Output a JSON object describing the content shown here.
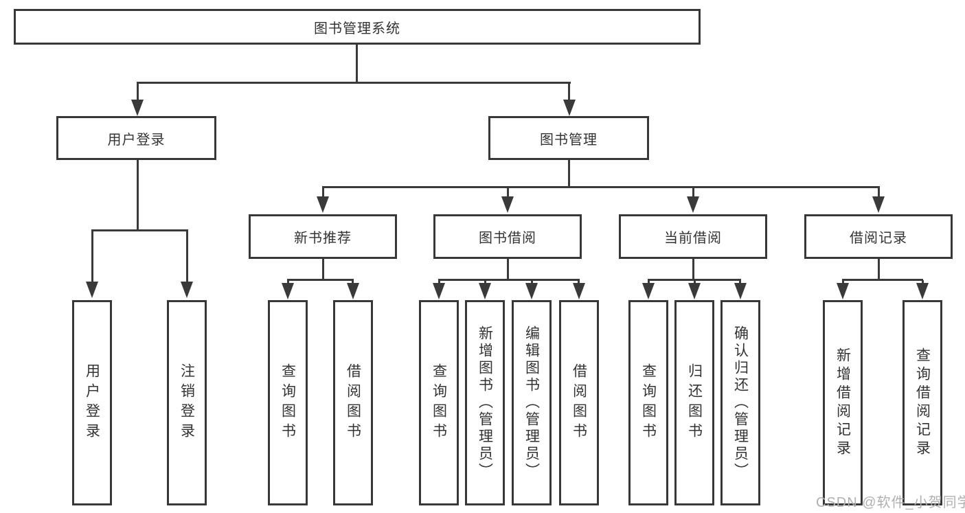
{
  "diagram_type": "hierarchy-tree",
  "tree": {
    "label": "图书管理系统",
    "children": [
      {
        "label": "用户登录",
        "children": [
          {
            "label": "用户登录"
          },
          {
            "label": "注销登录"
          }
        ]
      },
      {
        "label": "图书管理",
        "children": [
          {
            "label": "新书推荐",
            "children": [
              {
                "label": "查询图书"
              },
              {
                "label": "借阅图书"
              }
            ]
          },
          {
            "label": "图书借阅",
            "children": [
              {
                "label": "查询图书"
              },
              {
                "label": "新增图书（管理员）"
              },
              {
                "label": "编辑图书（管理员）"
              },
              {
                "label": "借阅图书"
              }
            ]
          },
          {
            "label": "当前借阅",
            "children": [
              {
                "label": "查询图书"
              },
              {
                "label": "归还图书"
              },
              {
                "label": "确认归还（管理员）"
              }
            ]
          },
          {
            "label": "借阅记录",
            "children": [
              {
                "label": "新增借阅记录"
              },
              {
                "label": "查询借阅记录"
              }
            ]
          }
        ]
      }
    ]
  },
  "watermark": {
    "text": "CSDN @软件_小贺同学"
  },
  "colors": {
    "background": "#ffffff",
    "box_border": "#383838",
    "connector_line": "#3a3a3a",
    "text": "#333333",
    "watermark": "#b0b0b0"
  }
}
